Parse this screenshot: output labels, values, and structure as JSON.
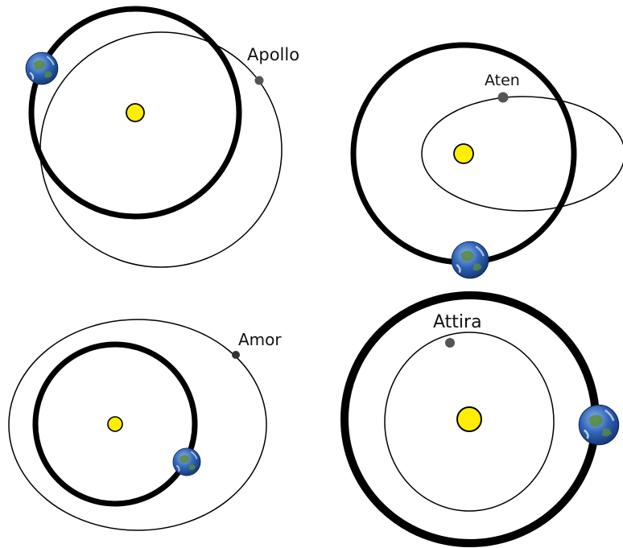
{
  "panels": [
    {
      "id": "apollo",
      "asteroid_name": "Apollo"
    },
    {
      "id": "aten",
      "asteroid_name": "Aten"
    },
    {
      "id": "amor",
      "asteroid_name": "Amor"
    },
    {
      "id": "atira",
      "asteroid_name": "Attira"
    }
  ],
  "colors": {
    "sun": "#ffee00",
    "orbit": "#000000",
    "asteroid": "#555555",
    "earth_ocean": "#2f63b8",
    "earth_land": "#5a8b3a"
  },
  "icons": {
    "sun": "sun-icon",
    "earth": "earth-icon",
    "asteroid": "asteroid-icon"
  }
}
